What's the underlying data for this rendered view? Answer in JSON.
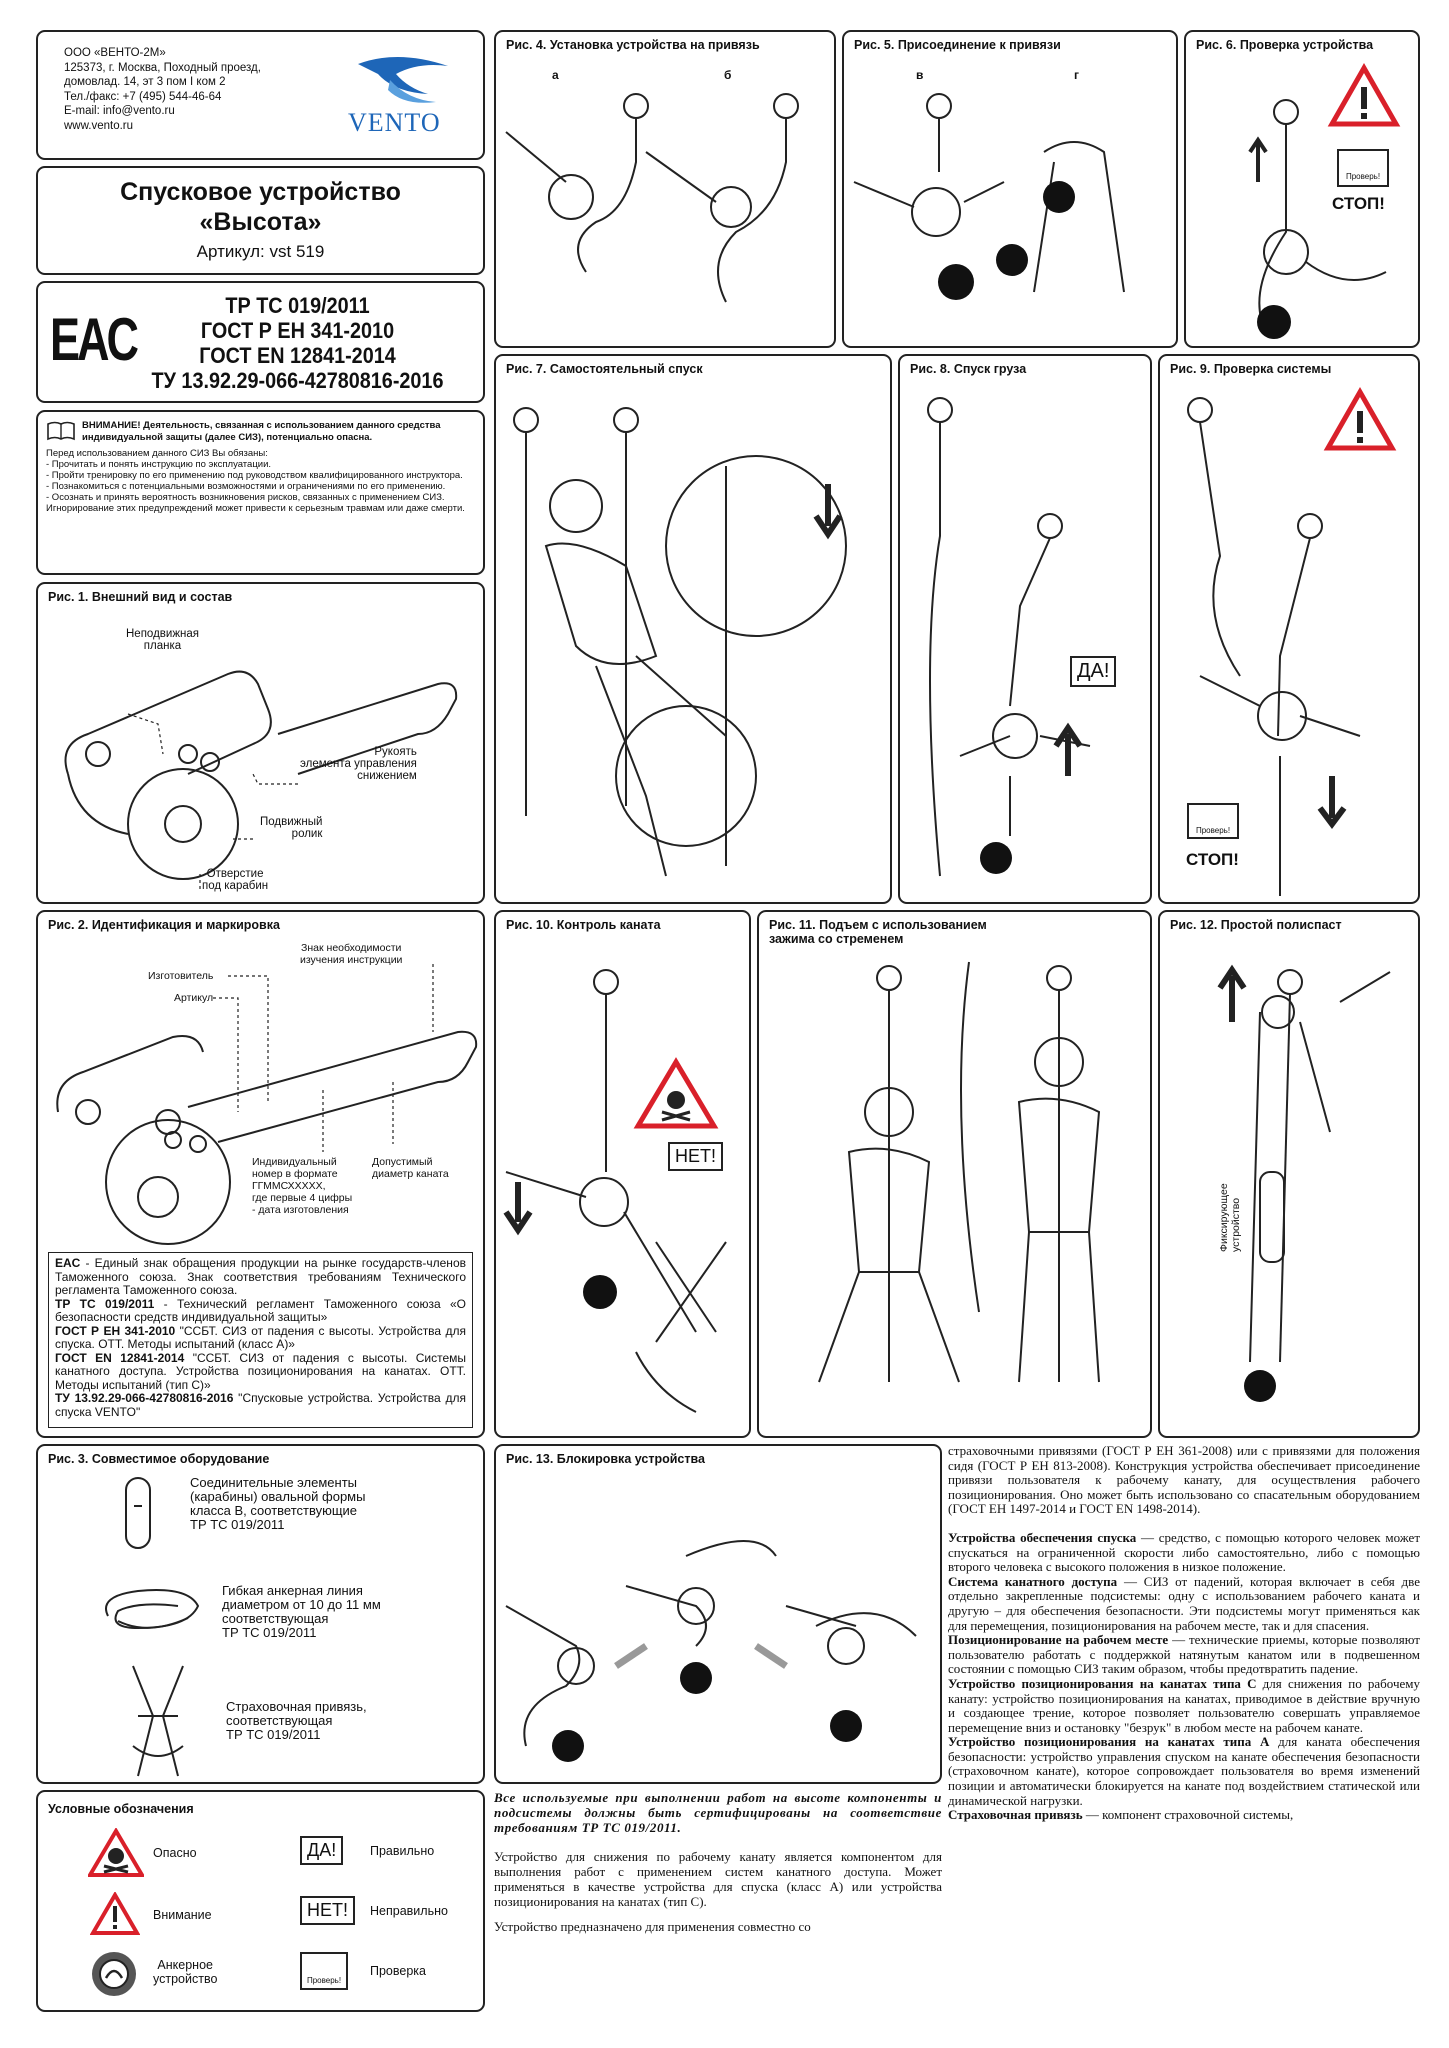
{
  "company": {
    "lines": [
      "ООО «ВЕНТО-2М»",
      "125373, г. Москва, Походный проезд,",
      "домовлад. 14, эт 3 пом I ком 2",
      "Тел./факс: +7 (495) 544-46-64",
      "E-mail: info@vento.ru",
      "www.vento.ru"
    ],
    "logo_text": "VENTO"
  },
  "product": {
    "title1": "Спусковое устройство",
    "title2": "«Высота»",
    "article": "Артикул: vst 519"
  },
  "cert": {
    "eac_logo": "EAC",
    "lines": [
      "ТР ТС 019/2011",
      "ГОСТ Р ЕН 341-2010",
      "ГОСТ EN 12841-2014",
      "ТУ 13.92.29-066-42780816-2016"
    ]
  },
  "warning": {
    "head": "ВНИМАНИЕ! Деятельность, связанная с использованием данного средства индивидуальной защиты (далее СИЗ), потенциально опасна.",
    "lines": [
      "Перед использованием данного СИЗ Вы обязаны:",
      "- Прочитать и понять инструкцию по эксплуатации.",
      "- Пройти тренировку по его применению под руководством квалифицированного инструктора.",
      "- Познакомиться с потенциальными возможностями и ограничениями по его применению.",
      "- Осознать и принять вероятность возникновения рисков, связанных с применением СИЗ.",
      "Игнорирование этих предупреждений может привести к серьезным травмам или даже смерти."
    ]
  },
  "fig1": {
    "title": "Рис. 1. Внешний вид и состав",
    "l1a": "Неподвижная",
    "l1b": "планка",
    "l2a": "Рукоять",
    "l2b": "элемента управления",
    "l2c": "снижением",
    "l3a": "Подвижный",
    "l3b": "ролик",
    "l4a": "Отверстие",
    "l4b": "под карабин"
  },
  "fig2": {
    "title": "Рис. 2. Идентификация  и маркировка",
    "l1a": "Знак необходимости",
    "l1b": "изучения инструкции",
    "l2": "Изготовитель",
    "l3": "Артикул",
    "l4": [
      "Индивидуальный",
      "номер в формате",
      "ГГММСХХХХХ,",
      "где первые 4 цифры",
      "- дата изготовления"
    ],
    "l5": [
      "Допустимый",
      "диаметр каната"
    ],
    "eac": [
      {
        "b": "EAC",
        "t": " - Единый знак обращения продукции на рынке государств-членов Таможенного союза. Знак соответствия требованиям Технического регламента Таможенного союза."
      },
      {
        "b": "ТР ТС 019/2011",
        "t": " - Технический регламент Таможенного союза «О безопасности средств индивидуальной защиты»"
      },
      {
        "b": "ГОСТ Р ЕН 341-2010",
        "t": " \"ССБТ. СИЗ от падения с высоты. Устройства для спуска. ОТТ. Методы испытаний (класс А)»"
      },
      {
        "b": "ГОСТ EN 12841-2014",
        "t": " \"ССБТ. СИЗ от падения с высоты. Системы канатного доступа. Устройства позиционирования на канатах. ОТТ. Методы испытаний (тип С)»"
      },
      {
        "b": "ТУ 13.92.29-066-42780816-2016",
        "t": " \"Спусковые устройства. Устройства для спуска VENTO\""
      }
    ]
  },
  "fig3": {
    "title": "Рис. 3. Совместимое оборудование",
    "i1": [
      "Соединительные элементы",
      "(карабины) овальной формы",
      "класса В, соответствующие",
      "ТР ТС 019/2011"
    ],
    "i2": [
      "Гибкая анкерная линия",
      "диаметром от 10 до 11 мм",
      "соответствующая",
      "ТР ТС 019/2011"
    ],
    "i3": [
      "Страховочная привязь,",
      "соответствующая",
      "ТР ТС 019/2011"
    ]
  },
  "legend": {
    "title": "Условные обозначения",
    "danger": "Опасно",
    "warn": "Внимание",
    "anchor1": "Анкерное",
    "anchor2": "устройство",
    "yes_badge": "ДА!",
    "yes": "Правильно",
    "no_badge": "НЕТ!",
    "no": "Неправильно",
    "check": "Проверка",
    "check_small": "Проверь!"
  },
  "fig4": {
    "title": "Рис. 4. Установка устройства на привязь",
    "a": "а",
    "b": "б"
  },
  "fig5": {
    "title": "Рис. 5. Присоединение к привязи",
    "a": "в",
    "b": "г"
  },
  "fig6": {
    "title": "Рис. 6. Проверка устройства",
    "stop": "СТОП!",
    "check_small": "Проверь!"
  },
  "fig7": {
    "title": "Рис. 7. Самостоятельный спуск"
  },
  "fig8": {
    "title": "Рис. 8. Спуск груза",
    "yes": "ДА!"
  },
  "fig9": {
    "title": "Рис. 9.  Проверка системы",
    "stop": "СТОП!",
    "check_small": "Проверь!"
  },
  "fig10": {
    "title": "Рис. 10. Контроль каната",
    "no": "НЕТ!"
  },
  "fig11": {
    "title1": "Рис. 11. Подъем с использованием",
    "title2": "зажима со стременем"
  },
  "fig12": {
    "title": "Рис. 12. Простой полиспаст",
    "device1": "Фиксирующее",
    "device2": "устройство"
  },
  "fig13": {
    "title": "Рис. 13. Блокировка устройства"
  },
  "text_mid": {
    "italic": "Все используемые при выполнении работ на высоте компоненты и подсистемы должны быть сертифицированы на соответствие требованиям ТР ТС 019/2011.",
    "p1": "Устройство для снижения по рабочему канату является компонентом для выполнения работ с применением систем канатного доступа. Может применяться в качестве устройства для спуска (класс А) или устройства позиционирования на канатах (тип С).",
    "p2": "Устройство  предназначено для применения совместно со"
  },
  "text_right": {
    "p0": "страховочными привязями (ГОСТ Р ЕН 361-2008) или с привязями для положения сидя (ГОСТ Р ЕН 813-2008). Конструкция устройства обеспечивает присоединение привязи пользователя к рабочему канату, для осуществления рабочего позиционирования. Оно может быть использовано со спасательным оборудованием (ГОСТ ЕН 1497-2014 и ГОСТ EN 1498-2014).",
    "d1b": "Устройства обеспечения спуска",
    "d1": " — средство, с помощью которого человек может спускаться на ограниченной скорости либо самостоятельно, либо с помощью второго человека с высокого положения в низкое положение.",
    "d2b": "Система канатного доступа",
    "d2": " — СИЗ от падений, которая включает в себя две отдельно закрепленные подсистемы: одну с использованием рабочего каната и другую – для обеспечения безопасности. Эти подсистемы могут применяться как для перемещения, позиционирования на рабочем месте, так и для спасения.",
    "d3b": "Позиционирование на рабочем месте",
    "d3": " — технические приемы, которые позволяют пользователю работать с поддержкой натянутым канатом или в подвешенном состоянии с помощью СИЗ таким образом, чтобы предотвратить падение.",
    "d4b": "Устройство позиционирования на канатах типа С",
    "d4": " для снижения по рабочему канату: устройство позиционирования на канатах, приводимое в действие вручную и создающее трение, которое позволяет пользователю совершать управляемое перемещение вниз и остановку \"безрук\" в любом месте на рабочем канате.",
    "d5b": "Устройство позиционирования на канатах типа А",
    "d5": " для каната обеспечения безопасности: устройство управления спуском на канате обеспечения безопасности (страховочном канате), которое сопровождает пользователя во время изменений позиции и автоматически блокируется на канате под воздействием статической или динамической нагрузки.",
    "d6b": "Страховочная привязь",
    "d6": " — компонент страховочной системы,"
  },
  "colors": {
    "accent_blue": "#1e66b8",
    "danger_red": "#d9202a",
    "line": "#222222"
  }
}
